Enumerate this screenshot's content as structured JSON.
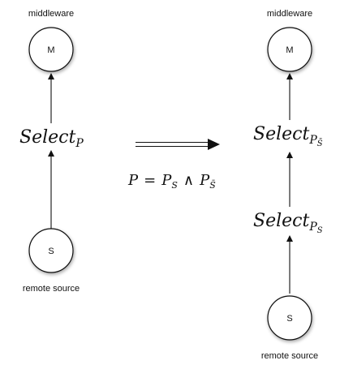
{
  "left": {
    "top_label": "middleware",
    "top_node": "M",
    "operator": {
      "name": "Select",
      "subscript": "P"
    },
    "bottom_node": "S",
    "bottom_label": "remote source"
  },
  "right": {
    "top_label": "middleware",
    "top_node": "M",
    "operator_upper": {
      "name": "Select",
      "subscript": "P",
      "sub_subscript": "S̄"
    },
    "operator_lower": {
      "name": "Select",
      "subscript": "P",
      "sub_subscript": "S"
    },
    "bottom_node": "S",
    "bottom_label": "remote source"
  },
  "equation": {
    "lhs": "P",
    "eq": "=",
    "term1": "P",
    "term1_sub": "S",
    "op": "∧",
    "term2": "P",
    "term2_sub": "S̄"
  }
}
